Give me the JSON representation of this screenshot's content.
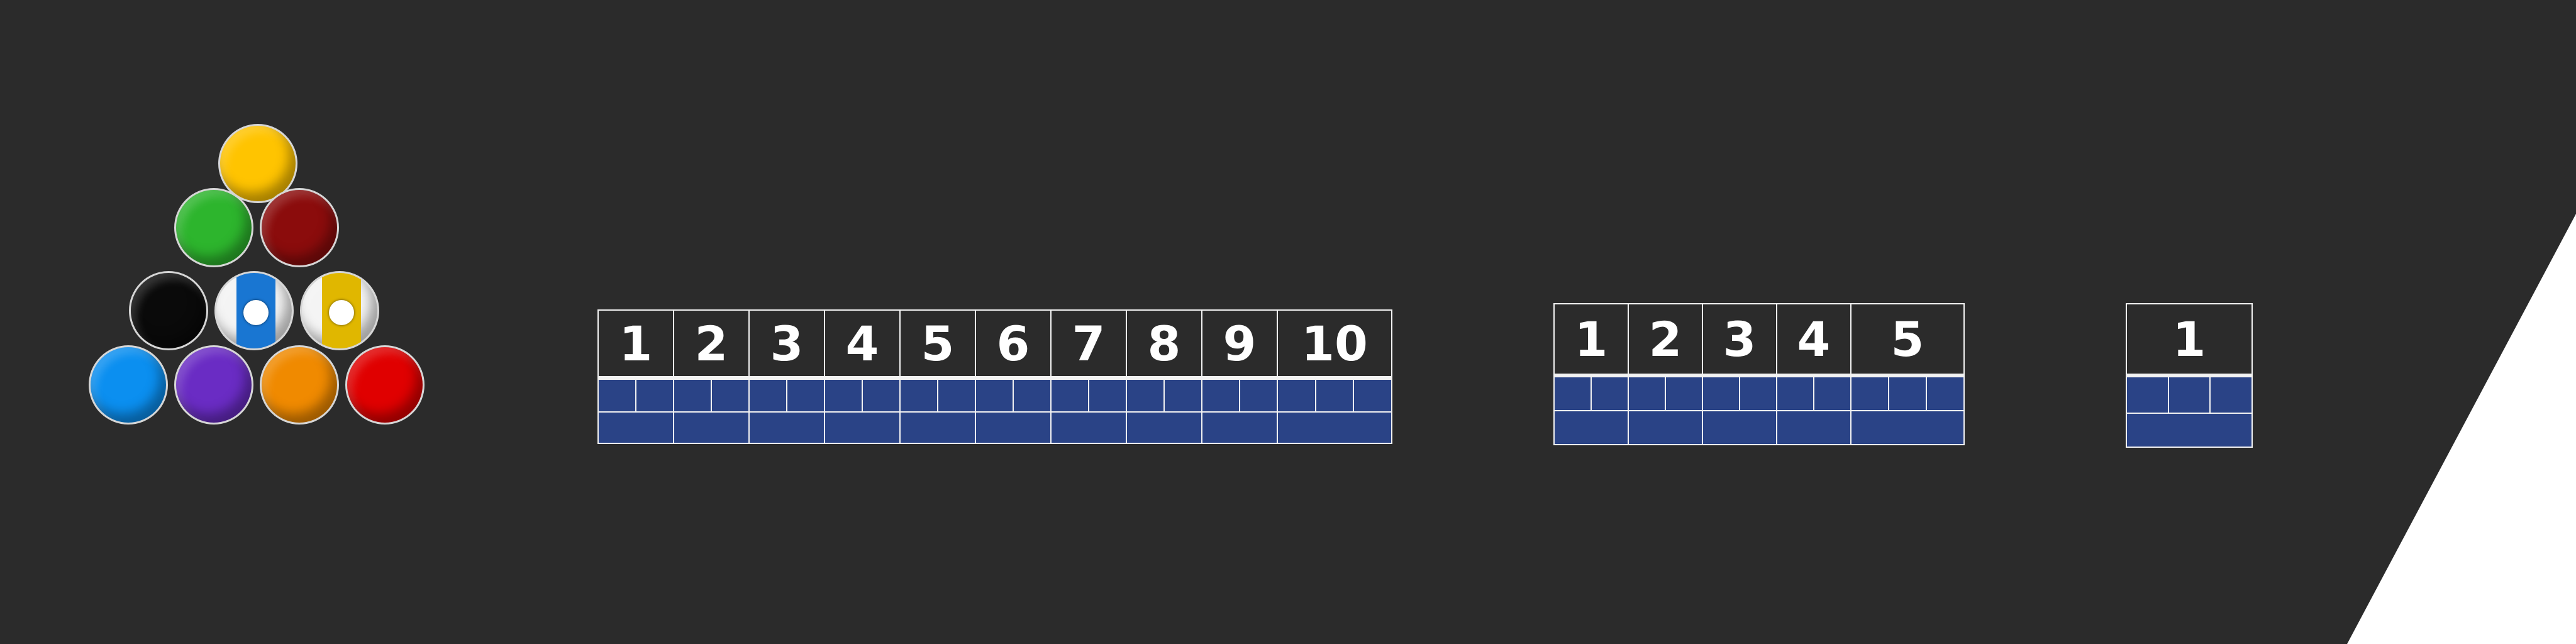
{
  "theme": {
    "background": "#2b2b2b",
    "corner_fill": "#ffffff",
    "cell_fill": "#2a4386",
    "grid_line": "#f2f2f2",
    "label_color": "#ffffff"
  },
  "rack": {
    "balls": [
      {
        "name": "yellow-ball",
        "color": "#ffc400",
        "style": "solid"
      },
      {
        "name": "green-ball",
        "color": "#2db52d",
        "style": "solid"
      },
      {
        "name": "maroon-ball",
        "color": "#8b0c0c",
        "style": "solid"
      },
      {
        "name": "black-ball",
        "color": "#0a0a0a",
        "style": "solid"
      },
      {
        "name": "blue-striped-ball",
        "color": "#1976d2",
        "style": "striped"
      },
      {
        "name": "yellow-striped-ball",
        "color": "#e0b700",
        "style": "striped"
      },
      {
        "name": "light-blue-ball",
        "color": "#0b8ff0",
        "style": "solid"
      },
      {
        "name": "purple-ball",
        "color": "#6a2cc4",
        "style": "solid"
      },
      {
        "name": "orange-ball",
        "color": "#f08a00",
        "style": "solid"
      },
      {
        "name": "red-ball",
        "color": "#e00000",
        "style": "solid"
      }
    ]
  },
  "scorecards": [
    {
      "name": "ten-frame-scorecard",
      "frames": [
        {
          "label": "1",
          "rolls": 2
        },
        {
          "label": "2",
          "rolls": 2
        },
        {
          "label": "3",
          "rolls": 2
        },
        {
          "label": "4",
          "rolls": 2
        },
        {
          "label": "5",
          "rolls": 2
        },
        {
          "label": "6",
          "rolls": 2
        },
        {
          "label": "7",
          "rolls": 2
        },
        {
          "label": "8",
          "rolls": 2
        },
        {
          "label": "9",
          "rolls": 2
        },
        {
          "label": "10",
          "rolls": 3
        }
      ]
    },
    {
      "name": "five-frame-scorecard",
      "frames": [
        {
          "label": "1",
          "rolls": 2
        },
        {
          "label": "2",
          "rolls": 2
        },
        {
          "label": "3",
          "rolls": 2
        },
        {
          "label": "4",
          "rolls": 2
        },
        {
          "label": "5",
          "rolls": 3
        }
      ]
    },
    {
      "name": "one-frame-scorecard",
      "frames": [
        {
          "label": "1",
          "rolls": 3
        }
      ]
    }
  ]
}
